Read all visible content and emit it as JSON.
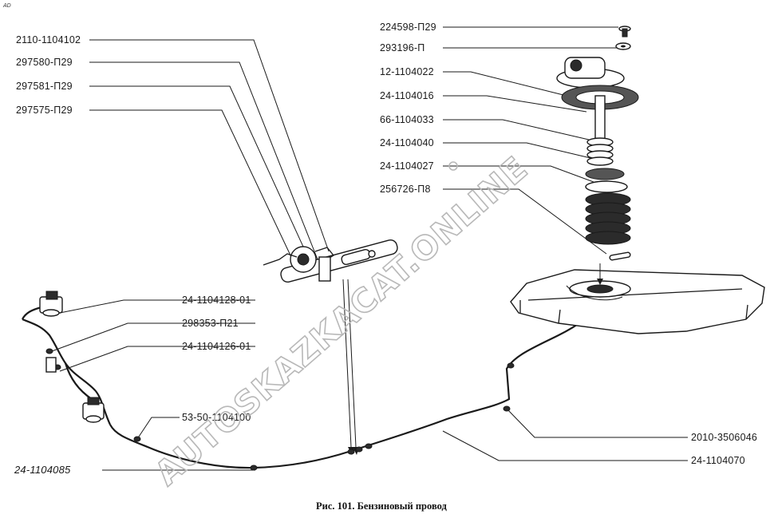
{
  "corner_mark": "AD",
  "labels_left": [
    "2110-1104102",
    "297580-П29",
    "297581-П29",
    "297575-П29"
  ],
  "labels_right": [
    "224598-П29",
    "293196-П",
    "12-1104022",
    "24-1104016",
    "66-1104033",
    "24-1104040",
    "24-1104027",
    "256726-П8"
  ],
  "labels_lower": [
    "24-1104128-01",
    "298353-П21",
    "24-1104126-01",
    "53-50-1104100",
    "24-1104085",
    "2010-3506046",
    "24-1104070"
  ],
  "watermark": "AUTOSKAZKACAT.ONLINE",
  "caption": "Рис. 101. Бензиновый провод"
}
